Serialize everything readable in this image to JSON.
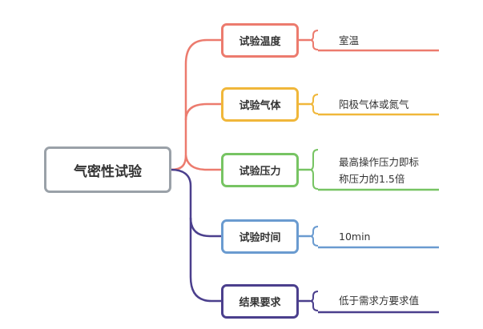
{
  "diagram": {
    "root": {
      "label": "气密性试验",
      "border_color": "#9aa1a8"
    },
    "branches": [
      {
        "label": "试验温度",
        "color": "#ec7b6e",
        "detail": "室温"
      },
      {
        "label": "试验气体",
        "color": "#f0b73a",
        "detail": "阳极气体或氮气"
      },
      {
        "label": "试验压力",
        "color": "#77c463",
        "detail": "最高操作压力即标\n称压力的1.5倍"
      },
      {
        "label": "试验时间",
        "color": "#6a9bd0",
        "detail": "10min"
      },
      {
        "label": "结果要求",
        "color": "#4b3f8d",
        "detail": "低于需求方要求值"
      }
    ]
  }
}
